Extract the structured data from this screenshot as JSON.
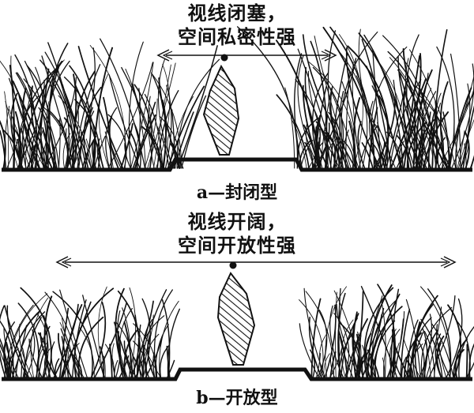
{
  "panel_a": {
    "note_line1": "视线闭塞，",
    "note_line2": "空间私密性强",
    "caption": "a—封闭型"
  },
  "panel_b": {
    "note_line1": "视线开阔，",
    "note_line2": "空间开放性强",
    "caption": "b—开放型"
  },
  "colors": {
    "ink": "#111111",
    "background": "#ffffff"
  }
}
